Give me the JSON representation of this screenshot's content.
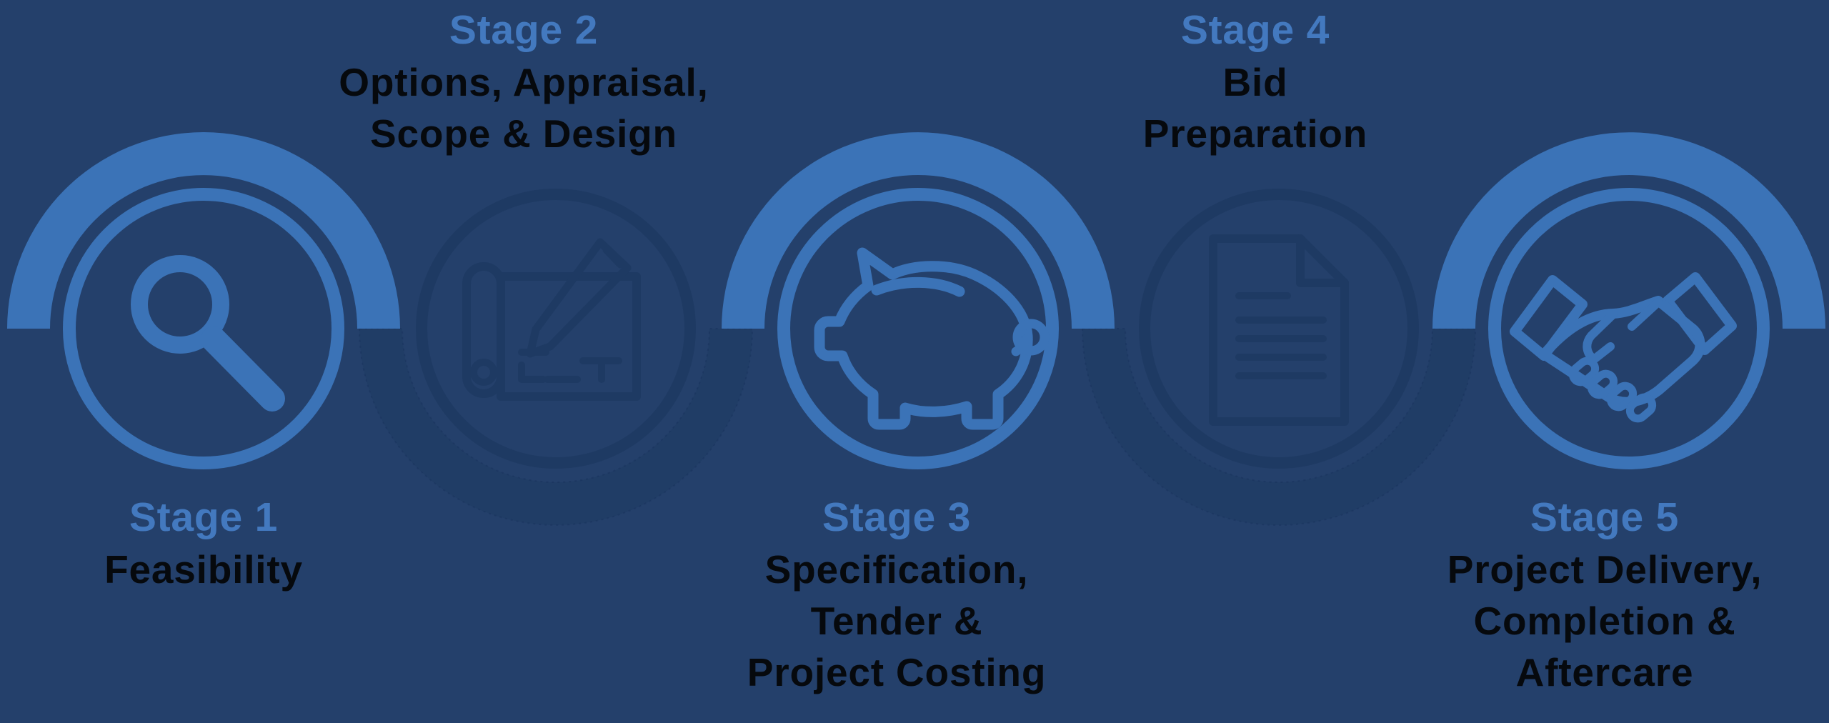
{
  "figure_type": "process-diagram",
  "palette": {
    "background": "#24406B",
    "light_blue": "#3B73B7",
    "dark_navy": "#1E3A63",
    "stage_title_blue": "#4379BF",
    "body_text_black": "#06090D"
  },
  "stages": [
    {
      "title": "Stage 1",
      "lines": [
        "Feasibility"
      ],
      "icon": "magnifying-glass-icon",
      "label_position": "below",
      "accent": "light"
    },
    {
      "title": "Stage 2",
      "lines": [
        "Options, Appraisal,",
        "Scope & Design"
      ],
      "icon": "blueprint-pencil-icon",
      "label_position": "above",
      "accent": "dark"
    },
    {
      "title": "Stage 3",
      "lines": [
        "Specification,",
        "Tender &",
        "Project Costing"
      ],
      "icon": "piggy-bank-icon",
      "label_position": "below",
      "accent": "light"
    },
    {
      "title": "Stage 4",
      "lines": [
        "Bid",
        "Preparation"
      ],
      "icon": "document-icon",
      "label_position": "above",
      "accent": "dark"
    },
    {
      "title": "Stage 5",
      "lines": [
        "Project Delivery,",
        "Completion &",
        "Aftercare"
      ],
      "icon": "handshake-icon",
      "label_position": "below",
      "accent": "light"
    }
  ]
}
